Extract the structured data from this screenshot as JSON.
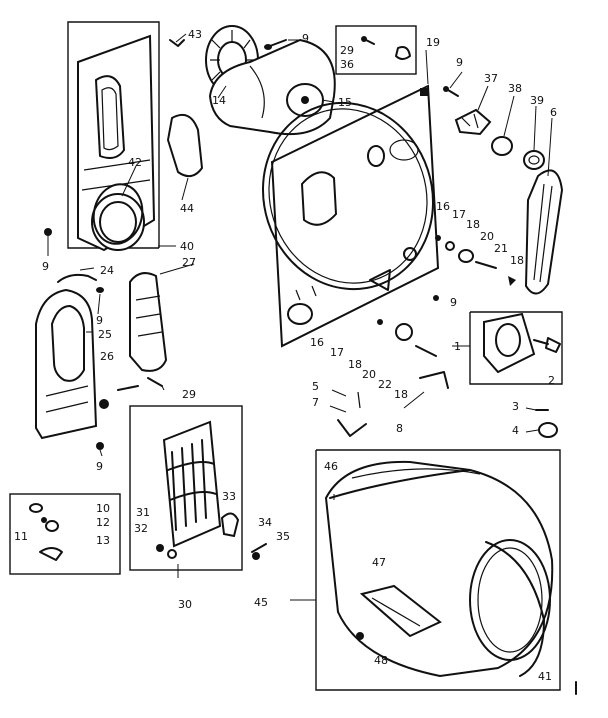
{
  "diagram": {
    "callouts": [
      {
        "id": "c43",
        "label": "43"
      },
      {
        "id": "c9a",
        "label": "9"
      },
      {
        "id": "c29a",
        "label": "29"
      },
      {
        "id": "c36",
        "label": "36"
      },
      {
        "id": "c19",
        "label": "19"
      },
      {
        "id": "c9b",
        "label": "9"
      },
      {
        "id": "c14",
        "label": "14"
      },
      {
        "id": "c15",
        "label": "15"
      },
      {
        "id": "c37",
        "label": "37"
      },
      {
        "id": "c38",
        "label": "38"
      },
      {
        "id": "c39",
        "label": "39"
      },
      {
        "id": "c6",
        "label": "6"
      },
      {
        "id": "c42",
        "label": "42"
      },
      {
        "id": "c44",
        "label": "44"
      },
      {
        "id": "c16a",
        "label": "16"
      },
      {
        "id": "c17a",
        "label": "17"
      },
      {
        "id": "c18a",
        "label": "18"
      },
      {
        "id": "c20a",
        "label": "20"
      },
      {
        "id": "c21",
        "label": "21"
      },
      {
        "id": "c18b",
        "label": "18"
      },
      {
        "id": "c9c",
        "label": "9"
      },
      {
        "id": "c40",
        "label": "40"
      },
      {
        "id": "c24",
        "label": "24"
      },
      {
        "id": "c27",
        "label": "27"
      },
      {
        "id": "c9d",
        "label": "9"
      },
      {
        "id": "c9e",
        "label": "9"
      },
      {
        "id": "c25",
        "label": "25"
      },
      {
        "id": "c16b",
        "label": "16"
      },
      {
        "id": "c17b",
        "label": "17"
      },
      {
        "id": "c1",
        "label": "1"
      },
      {
        "id": "c18c",
        "label": "18"
      },
      {
        "id": "c20b",
        "label": "20"
      },
      {
        "id": "c22",
        "label": "22"
      },
      {
        "id": "c18d",
        "label": "18"
      },
      {
        "id": "c2",
        "label": "2"
      },
      {
        "id": "c26",
        "label": "26"
      },
      {
        "id": "c29b",
        "label": "29"
      },
      {
        "id": "c5",
        "label": "5"
      },
      {
        "id": "c7",
        "label": "7"
      },
      {
        "id": "c8",
        "label": "8"
      },
      {
        "id": "c3",
        "label": "3"
      },
      {
        "id": "c4",
        "label": "4"
      },
      {
        "id": "c9f",
        "label": "9"
      },
      {
        "id": "c46",
        "label": "46"
      },
      {
        "id": "c10",
        "label": "10"
      },
      {
        "id": "c11",
        "label": "11"
      },
      {
        "id": "c12",
        "label": "12"
      },
      {
        "id": "c13",
        "label": "13"
      },
      {
        "id": "c31",
        "label": "31"
      },
      {
        "id": "c32",
        "label": "32"
      },
      {
        "id": "c33",
        "label": "33"
      },
      {
        "id": "c34",
        "label": "34"
      },
      {
        "id": "c35",
        "label": "35"
      },
      {
        "id": "c30",
        "label": "30"
      },
      {
        "id": "c45",
        "label": "45"
      },
      {
        "id": "c47",
        "label": "47"
      },
      {
        "id": "c48",
        "label": "48"
      },
      {
        "id": "c41",
        "label": "41"
      }
    ]
  }
}
